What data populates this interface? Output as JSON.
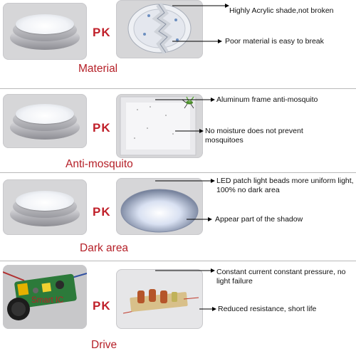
{
  "sections": [
    {
      "caption": "Material",
      "pk": "PK",
      "notes": [
        "Highly Acrylic shade,not broken",
        "Poor material is easy to break"
      ]
    },
    {
      "caption": "Anti-mosquito",
      "pk": "PK",
      "notes": [
        "Aluminum frame anti-mosquito",
        "No moisture does not prevent mosquitoes"
      ]
    },
    {
      "caption": "Dark area",
      "pk": "PK",
      "notes": [
        "LED patch light beads more uniform light, 100% no dark area",
        "Appear part of the shadow"
      ]
    },
    {
      "caption": "Drive",
      "pk": "PK",
      "badge": "Smart IC",
      "notes": [
        "Constant current constant pressure, no light failure",
        "Reduced resistance, short life"
      ]
    }
  ]
}
